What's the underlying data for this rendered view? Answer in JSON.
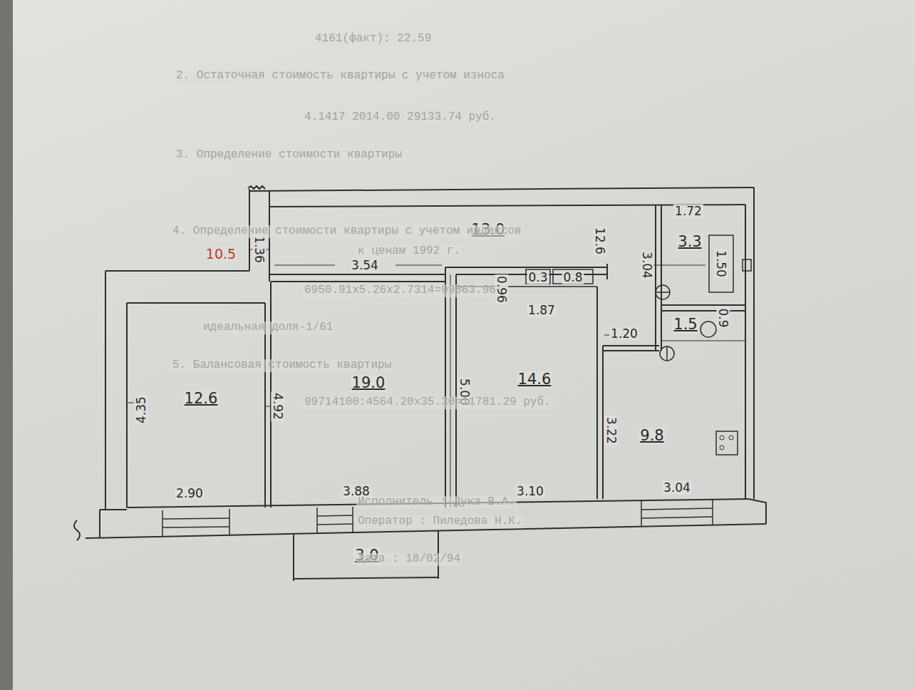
{
  "diagram": {
    "nodes": [
      {
        "text": [
          "13.0"
        ]
      },
      {
        "text": [
          "12.6"
        ]
      },
      {
        "text": [
          "19.0"
        ]
      },
      {
        "text": [
          "14.6"
        ]
      },
      {
        "text": [
          "9.8"
        ]
      },
      {
        "text": [
          "3.0"
        ]
      },
      {
        "text": [
          "3.3"
        ]
      },
      {
        "text": [
          "1.5"
        ]
      }
    ],
    "labels": [
      "10.5",
      "1.36",
      "3.54",
      "12.6",
      "1.72",
      "3.04",
      "1.50",
      "0.96",
      "0.3",
      "0.8",
      "1.87",
      "1.20",
      "0.9",
      "4.35",
      "4.92",
      "5.00",
      "3.22",
      "2.90",
      "3.88",
      "3.10",
      "3.04",
      "4161(факт): 22.59",
      "2. Остаточная стоимость квартиры с учетом износа",
      "4.1417 2014.00 29133.74 руб.",
      "3. Определение стоимости квартиры",
      "4. Определение стоимости квартиры с учетом индексов",
      "к ценам 1992 г.",
      "6950.91x5.26x2.7314=99863.96",
      "идеальная доля-1/61",
      "5. Балансовая стоимость квартиры",
      "99714100:4564.20x35.30=11781.29 руб.",
      "Исполнитель : Дука В.А.",
      "Оператор : Пиледова Н.К.",
      "Дата : 18/02/94"
    ]
  }
}
